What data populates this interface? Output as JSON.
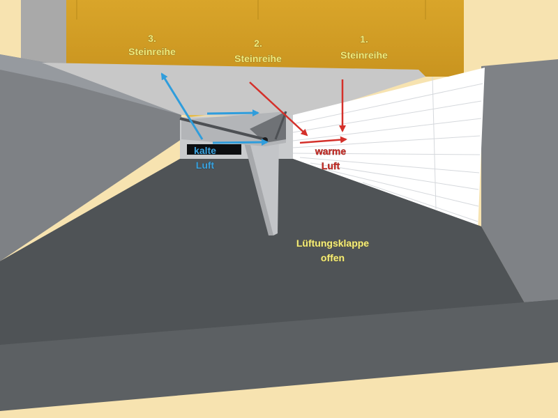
{
  "labels": {
    "row3_num": "3.",
    "row3_text": "Steinreihe",
    "row2_num": "2.",
    "row2_text": "Steinreihe",
    "row1_num": "1.",
    "row1_text": "Steinreihe",
    "cold_line1": "kalte",
    "cold_line2": "Luft",
    "warm_line1": "warme",
    "warm_line2": "Luft",
    "flap_line1": "Lüftungsklappe",
    "flap_line2": "offen"
  },
  "colors": {
    "cold_arrow": "#2f9ddc",
    "warm_arrow": "#d4302a",
    "stone_rows": "#d7a62a",
    "label_yellow": "#f4ee7c"
  }
}
